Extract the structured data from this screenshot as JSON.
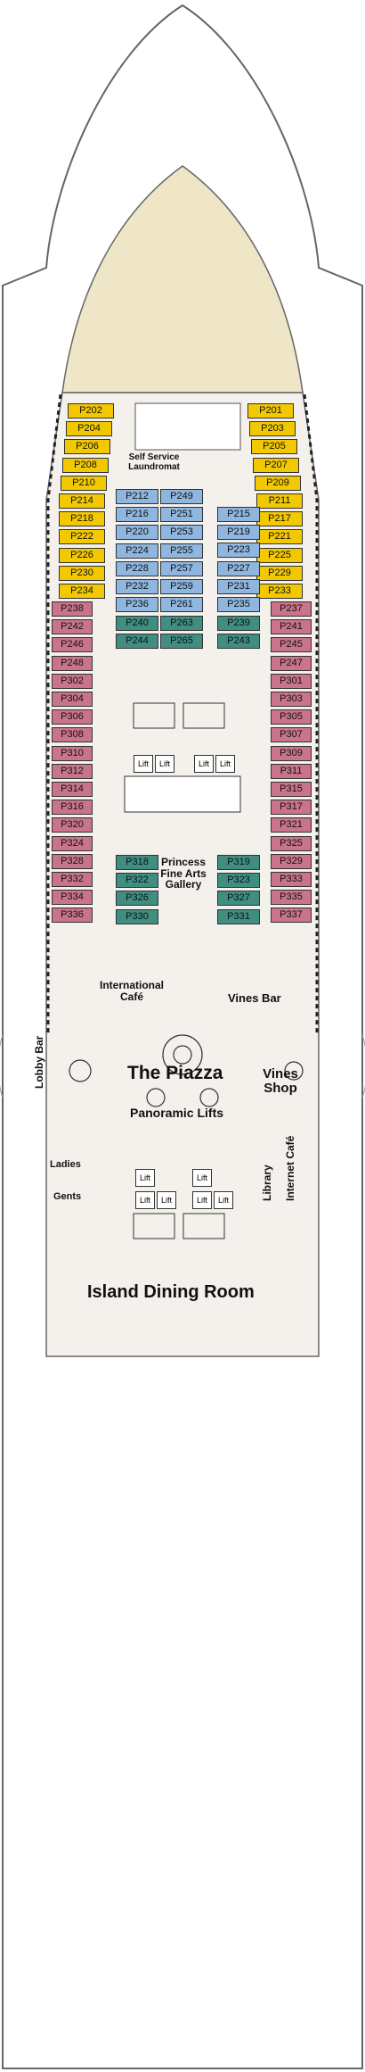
{
  "deck": {
    "colors": {
      "hull": "#ffffff",
      "outline": "#666666",
      "bow": "#efe5c7",
      "floor": "#f4f0eb",
      "yellow": "#f2c800",
      "pink": "#c9748a",
      "blue": "#8fb6df",
      "teal": "#3f8e80"
    },
    "cabins": {
      "port_yellow": [
        "P202",
        "P204",
        "P206",
        "P208",
        "P210",
        "P214",
        "P218",
        "P222",
        "P226",
        "P230",
        "P234"
      ],
      "port_pink": [
        "P238",
        "P242",
        "P246",
        "P248",
        "P302",
        "P304",
        "P306",
        "P308",
        "P310",
        "P312",
        "P314",
        "P316",
        "P320",
        "P324",
        "P328",
        "P332",
        "P334",
        "P336"
      ],
      "starboard_yellow": [
        "P201",
        "P203",
        "P205",
        "P207",
        "P209",
        "P211",
        "P217",
        "P221",
        "P225",
        "P229",
        "P233"
      ],
      "starboard_pink": [
        "P237",
        "P241",
        "P245",
        "P247",
        "P301",
        "P303",
        "P305",
        "P307",
        "P309",
        "P311",
        "P315",
        "P317",
        "P321",
        "P325",
        "P329",
        "P333",
        "P335",
        "P337"
      ],
      "center_left_blue": [
        "P212",
        "P216",
        "P220",
        "P224",
        "P228",
        "P232",
        "P236"
      ],
      "center_mid_blue": [
        "P249",
        "P251",
        "P253",
        "P255",
        "P257",
        "P259",
        "P261"
      ],
      "center_right_blue": [
        "P215",
        "P219",
        "P223",
        "P227",
        "P231",
        "P235"
      ],
      "center_left_teal": [
        "P240",
        "P244"
      ],
      "center_mid_teal": [
        "P263",
        "P265"
      ],
      "center_right_teal": [
        "P239",
        "P243"
      ],
      "mid_left_teal": [
        "P318",
        "P322",
        "P326",
        "P330"
      ],
      "mid_right_teal": [
        "P319",
        "P323",
        "P327",
        "P331"
      ]
    },
    "venues": {
      "laundromat": "Self Service Laundromat",
      "gallery": "Princess Fine Arts Gallery",
      "intl_cafe": "International Café",
      "vines_bar": "Vines Bar",
      "piazza": "The Piazza",
      "vines_shop": "Vines Shop",
      "lobby_bar": "Lobby Bar",
      "panoramic_lifts": "Panoramic Lifts",
      "ladies": "Ladies",
      "gents": "Gents",
      "library": "Library",
      "internet_cafe": "Internet Café",
      "dining": "Island Dining Room"
    },
    "lift_label": "Lift"
  }
}
